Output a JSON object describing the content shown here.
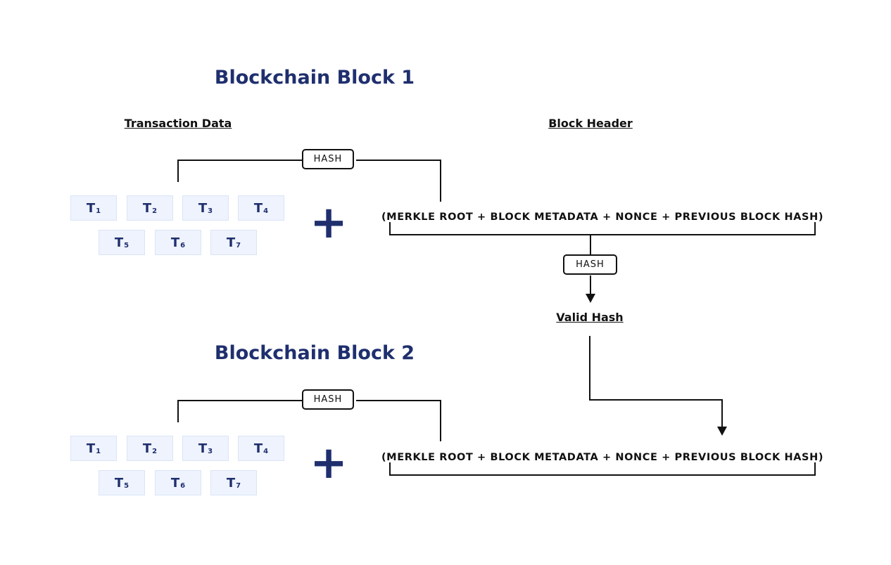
{
  "block1": {
    "title": "Blockchain Block 1",
    "transaction_heading": "Transaction Data",
    "header_heading": "Block Header",
    "hash_label": "HASH",
    "transactions": [
      {
        "letter": "T",
        "sub": "1"
      },
      {
        "letter": "T",
        "sub": "2"
      },
      {
        "letter": "T",
        "sub": "3"
      },
      {
        "letter": "T",
        "sub": "4"
      },
      {
        "letter": "T",
        "sub": "5"
      },
      {
        "letter": "T",
        "sub": "6"
      },
      {
        "letter": "T",
        "sub": "7"
      }
    ],
    "plus": "+",
    "header_formula": "(MERKLE ROOT + BLOCK METADATA + NONCE + PREVIOUS BLOCK HASH)",
    "header_hash_label": "HASH",
    "result_label": "Valid Hash"
  },
  "block2": {
    "title": "Blockchain Block 2",
    "hash_label": "HASH",
    "transactions": [
      {
        "letter": "T",
        "sub": "1"
      },
      {
        "letter": "T",
        "sub": "2"
      },
      {
        "letter": "T",
        "sub": "3"
      },
      {
        "letter": "T",
        "sub": "4"
      },
      {
        "letter": "T",
        "sub": "5"
      },
      {
        "letter": "T",
        "sub": "6"
      },
      {
        "letter": "T",
        "sub": "7"
      }
    ],
    "plus": "+",
    "header_formula": "(MERKLE ROOT + BLOCK METADATA + NONCE + PREVIOUS BLOCK HASH)"
  },
  "colors": {
    "title": "#1f2f6e",
    "transaction_fill": "#eef3fd",
    "line": "#111111"
  }
}
